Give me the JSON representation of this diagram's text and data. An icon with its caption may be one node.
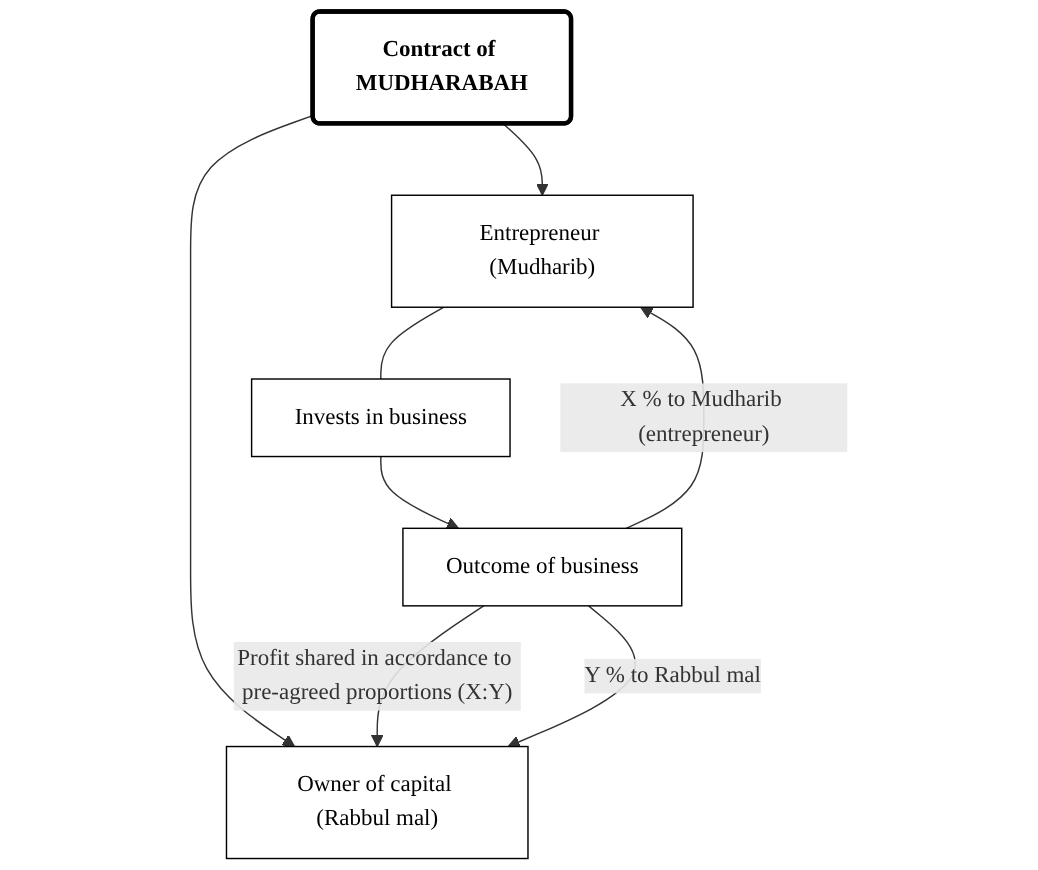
{
  "diagram": {
    "nodes": [
      {
        "text": [
          "Owner of capital (Rabbul mal)"
        ]
      },
      {
        "text": [
          "Entrepreneur (Mudharib)"
        ]
      },
      {
        "text": [
          "Contract of MUDHARABAH"
        ]
      },
      {
        "text": [
          "Outcome of business"
        ]
      },
      {
        "text": [
          "Invests in business"
        ]
      }
    ],
    "edges": [
      {
        "from": 2,
        "to": 0,
        "arrow": "to"
      },
      {
        "from": 2,
        "to": 1,
        "arrow": "to"
      },
      {
        "from": 1,
        "to": 4,
        "arrow": "none"
      },
      {
        "from": 4,
        "to": 3,
        "arrow": "to"
      },
      {
        "from": 3,
        "to": 0,
        "arrow": "to",
        "label": "Profit shared in accordance to pre-agreed proportions (X:Y)"
      },
      {
        "from": 3,
        "to": 0,
        "arrow": "to",
        "label": "Y % to Rabbul mal"
      },
      {
        "from": 3,
        "to": 1,
        "arrow": "to",
        "label": "X % to Mudharib (entrepreneur)"
      }
    ]
  }
}
